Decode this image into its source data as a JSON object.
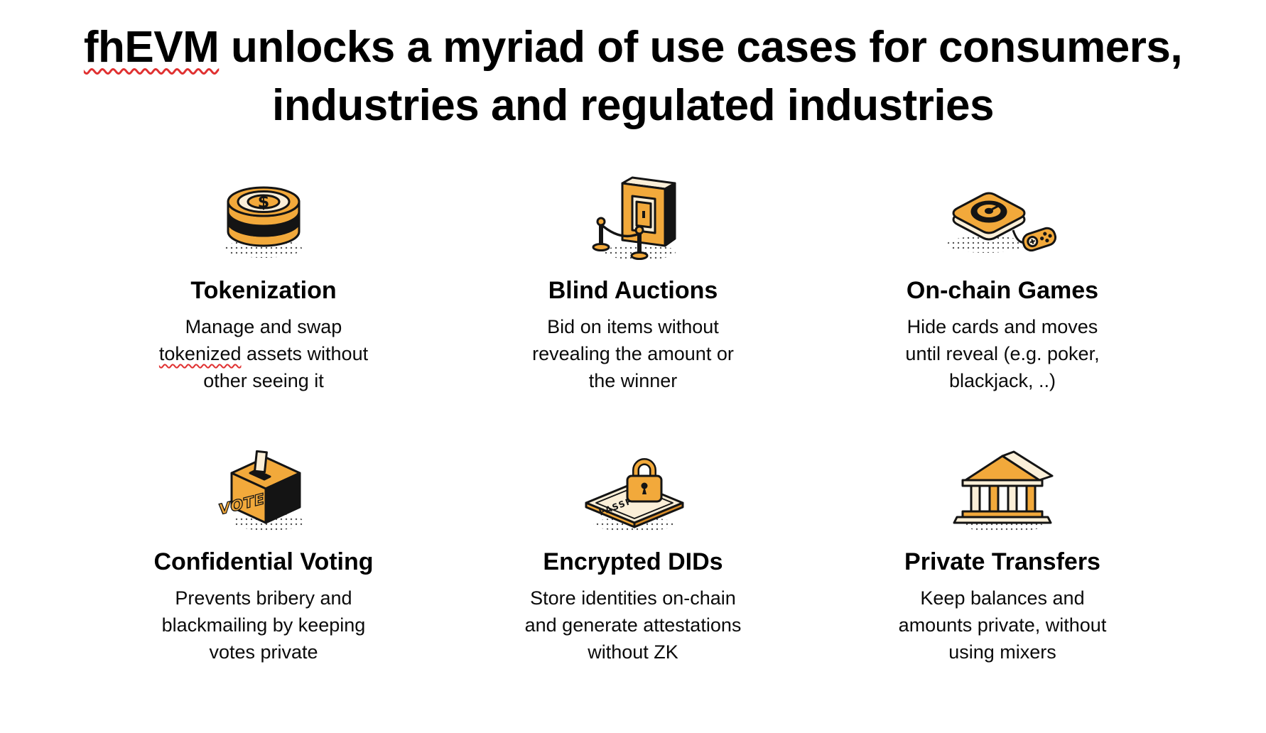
{
  "title": {
    "highlight": "fhEVM",
    "line1_rest": " unlocks a myriad of use cases for consumers,",
    "line2": "industries and regulated industries"
  },
  "cards": [
    {
      "icon": "dollar-coins-icon",
      "title": "Tokenization",
      "desc_line1": "Manage and swap",
      "desc_word": "tokenized",
      "desc_line2_rest": " assets without",
      "desc_line3": "other seeing it"
    },
    {
      "icon": "auction-door-icon",
      "title": "Blind Auctions",
      "desc_lines": [
        "Bid on items without",
        "revealing the amount or",
        "the winner"
      ]
    },
    {
      "icon": "game-console-icon",
      "title": "On-chain Games",
      "desc_lines": [
        "Hide cards and moves",
        "until reveal (e.g. poker,",
        "blackjack, ..)"
      ]
    },
    {
      "icon": "ballot-box-icon",
      "title": "Confidential Voting",
      "desc_lines": [
        "Prevents bribery and",
        "blackmailing by keeping",
        "votes private"
      ]
    },
    {
      "icon": "passport-lock-icon",
      "title": "Encrypted DIDs",
      "desc_lines": [
        "Store identities on-chain",
        "and generate attestations",
        "without ZK"
      ]
    },
    {
      "icon": "bank-building-icon",
      "title": "Private Transfers",
      "desc_lines": [
        "Keep balances and",
        "amounts private, without",
        "using mixers"
      ]
    }
  ],
  "colors": {
    "accent_gold": "#F2A93B",
    "ink": "#141414",
    "cream": "#FBEFD8",
    "spellcheck_red": "#E03131"
  }
}
